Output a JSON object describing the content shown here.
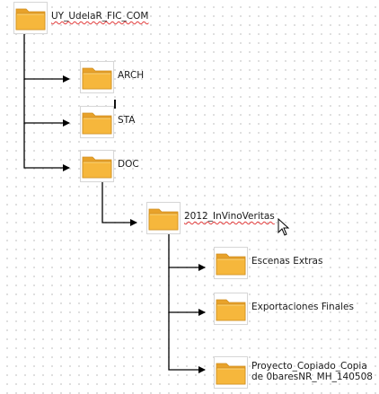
{
  "diagram": {
    "nodes": [
      {
        "id": "root",
        "label": "UY_UdelaR_FIC_COM",
        "icon": "folder-icon"
      },
      {
        "id": "arch",
        "label": "ARCH",
        "icon": "folder-icon"
      },
      {
        "id": "sta",
        "label": "STA",
        "icon": "folder-icon"
      },
      {
        "id": "doc",
        "label": "DOC",
        "icon": "folder-icon"
      },
      {
        "id": "invino",
        "label": "2012_InVinoVeritas",
        "icon": "folder-icon"
      },
      {
        "id": "escenas",
        "label": "Escenas Extras",
        "icon": "folder-icon"
      },
      {
        "id": "export",
        "label": "Exportaciones Finales",
        "icon": "folder-icon"
      },
      {
        "id": "proyecto",
        "label_line1": "Proyecto_Copiado_Copia",
        "label_line2": "de 0baresNR_MH_140508",
        "icon": "folder-icon"
      }
    ],
    "edges": [
      {
        "from": "root",
        "to": "arch"
      },
      {
        "from": "root",
        "to": "sta"
      },
      {
        "from": "root",
        "to": "doc"
      },
      {
        "from": "doc",
        "to": "invino"
      },
      {
        "from": "invino",
        "to": "escenas"
      },
      {
        "from": "invino",
        "to": "export"
      },
      {
        "from": "invino",
        "to": "proyecto"
      }
    ],
    "colors": {
      "folder_body": "#f6b73c",
      "folder_tab": "#e8a22a",
      "folder_edge": "#d08f1f",
      "connector": "#000000",
      "spellcheck_underline": "#e23b3b"
    }
  }
}
